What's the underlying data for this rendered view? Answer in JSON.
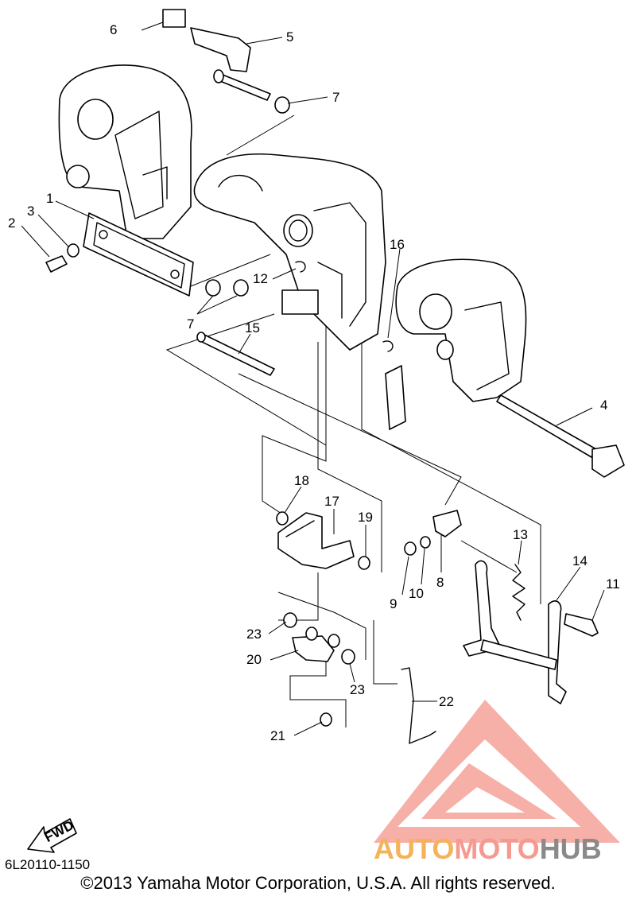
{
  "callouts": [
    {
      "id": "c1",
      "label": "1"
    },
    {
      "id": "c2",
      "label": "2"
    },
    {
      "id": "c3",
      "label": "3"
    },
    {
      "id": "c4",
      "label": "4"
    },
    {
      "id": "c5",
      "label": "5"
    },
    {
      "id": "c6",
      "label": "6"
    },
    {
      "id": "c7a",
      "label": "7"
    },
    {
      "id": "c7b",
      "label": "7"
    },
    {
      "id": "c8",
      "label": "8"
    },
    {
      "id": "c9",
      "label": "9"
    },
    {
      "id": "c10",
      "label": "10"
    },
    {
      "id": "c11",
      "label": "11"
    },
    {
      "id": "c12",
      "label": "12"
    },
    {
      "id": "c13",
      "label": "13"
    },
    {
      "id": "c14",
      "label": "14"
    },
    {
      "id": "c15",
      "label": "15"
    },
    {
      "id": "c16",
      "label": "16"
    },
    {
      "id": "c17",
      "label": "17"
    },
    {
      "id": "c18",
      "label": "18"
    },
    {
      "id": "c19",
      "label": "19"
    },
    {
      "id": "c20",
      "label": "20"
    },
    {
      "id": "c21",
      "label": "21"
    },
    {
      "id": "c22",
      "label": "22"
    },
    {
      "id": "c23a",
      "label": "23"
    },
    {
      "id": "c23b",
      "label": "23"
    }
  ],
  "fwd_label": "FWD",
  "diagram_code": "6L20110-1150",
  "copyright": "©2013 Yamaha Motor Corporation, U.S.A. All rights reserved.",
  "logo": {
    "part1": "AUTO",
    "part2": "MOTO",
    "part3": "HUB",
    "color1": "#f4b35a",
    "color2": "#f49a90",
    "color3": "#8a8a8a"
  }
}
